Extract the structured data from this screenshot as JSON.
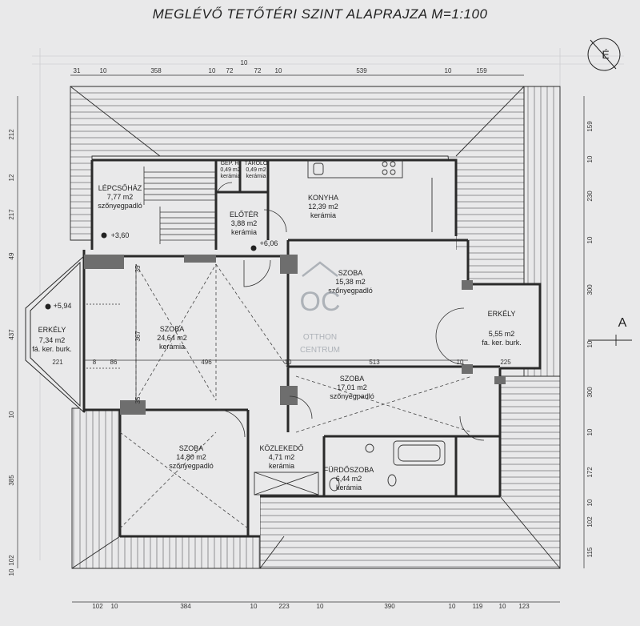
{
  "title": "MEGLÉVŐ TETŐTÉRI SZINT ALAPRAJZA   M=1:100",
  "rooms": [
    {
      "name": "LÉPCSŐHÁZ",
      "area": "7,77 m2",
      "floor": "szőnyegpadló"
    },
    {
      "name": "GÉP. H.",
      "area": "0,49 m2",
      "floor": "kerámia"
    },
    {
      "name": "TÁROLÓ",
      "area": "0,49 m2",
      "floor": "kerámia"
    },
    {
      "name": "KONYHA",
      "area": "12,39 m2",
      "floor": "kerámia"
    },
    {
      "name": "ELŐTÉR",
      "area": "3,88 m2",
      "floor": "kerámia"
    },
    {
      "name": "SZOBA",
      "area": "15,38 m2",
      "floor": "szőnyegpadló"
    },
    {
      "name": "ERKÉLY",
      "area": "5,55 m2",
      "floor": "fa. ker. burk."
    },
    {
      "name": "ERKÉLY",
      "area": "7,34 m2",
      "floor": "fá. ker. burk."
    },
    {
      "name": "SZOBA",
      "area": "24,64 m2",
      "floor": "kerámia"
    },
    {
      "name": "SZOBA",
      "area": "17,01 m2",
      "floor": "szőnyegpadló"
    },
    {
      "name": "SZOBA",
      "area": "14,80 m2",
      "floor": "szőnyegpadló"
    },
    {
      "name": "KÖZLEKEDŐ",
      "area": "4,71 m2",
      "floor": "kerámia"
    },
    {
      "name": "FÜRDŐSZOBA",
      "area": "6,44 m2",
      "floor": "kerámia"
    }
  ],
  "levels": [
    "+3,60",
    "+6,06",
    "+5,94"
  ],
  "dims_top": [
    "31",
    "10",
    "358",
    "10",
    "72",
    "10",
    "72",
    "10",
    "539",
    "10",
    "159"
  ],
  "dims_bottom": [
    "102",
    "10",
    "384",
    "10",
    "223",
    "10",
    "390",
    "10",
    "119",
    "10",
    "123"
  ],
  "dims_left": [
    "212",
    "12",
    "217",
    "49",
    "437",
    "10",
    "385",
    "102",
    "10"
  ],
  "dims_right": [
    "159",
    "10",
    "230",
    "10",
    "300",
    "10",
    "300",
    "10",
    "172",
    "10",
    "102",
    "115"
  ],
  "dims_internal": [
    "221",
    "8",
    "86",
    "496",
    "10",
    "513",
    "10",
    "225",
    "35",
    "367",
    "35"
  ],
  "section_marker": "A",
  "watermark": {
    "mark": "OC",
    "line1": "OTTHON",
    "line2": "CENTRUM"
  },
  "north_mark": "É",
  "colors": {
    "line": "#2a2a2a",
    "paper": "#e9e9ea",
    "watermark": "#9aa0a8"
  }
}
